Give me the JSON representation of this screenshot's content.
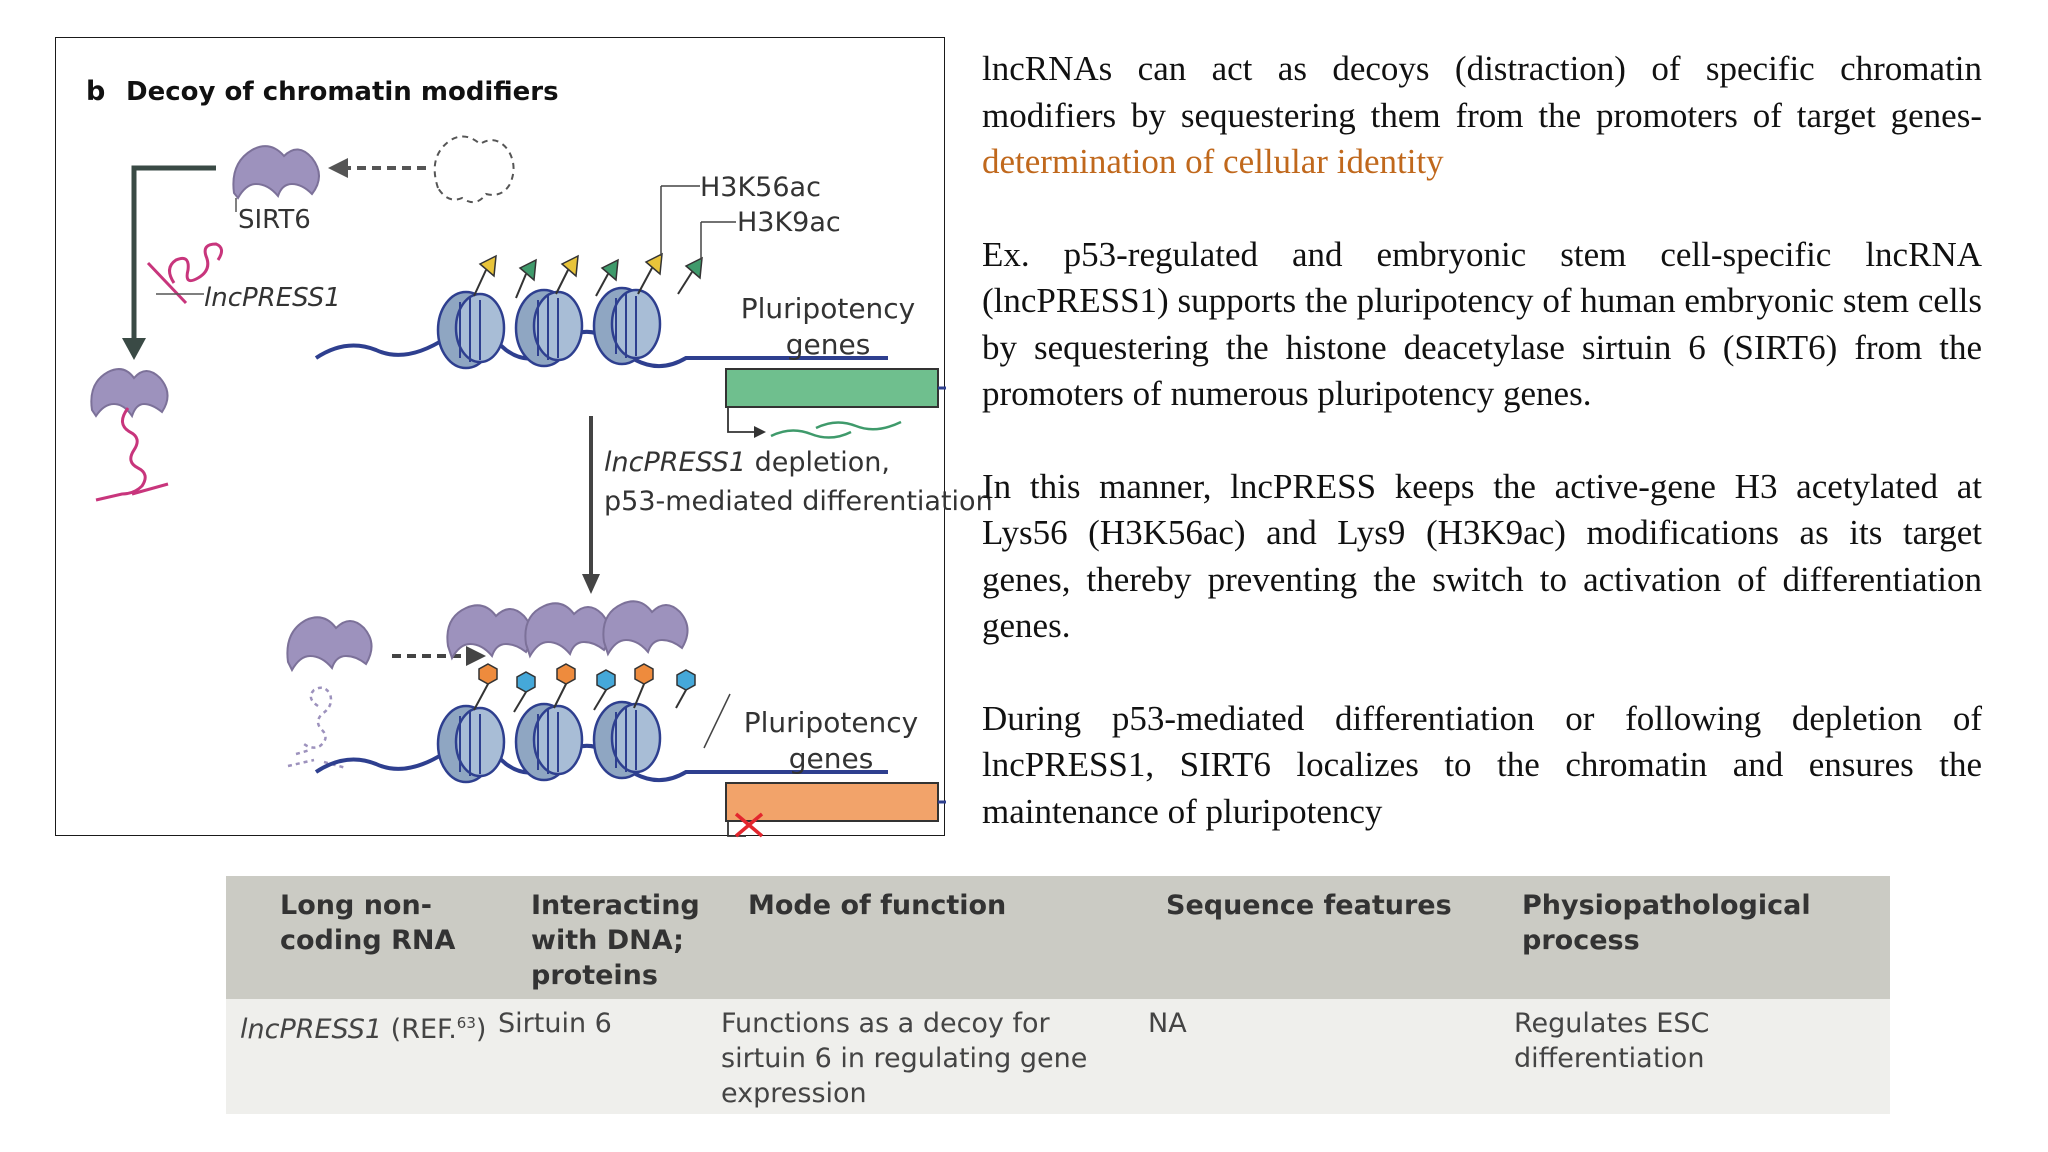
{
  "figure": {
    "panel_letter": "b",
    "panel_title": "Decoy of chromatin modifiers",
    "labels": {
      "sirt6": "SIRT6",
      "lncpress1": "lncPRESS1",
      "h3k56ac": "H3K56ac",
      "h3k9ac": "H3K9ac",
      "pluripotency_top_1": "Pluripotency",
      "pluripotency_top_2": "genes",
      "transition_1": "lncPRESS1 depletion,",
      "transition_2": "p53-mediated differentiation",
      "pluripotency_bottom_1": "Pluripotency",
      "pluripotency_bottom_2": "genes"
    },
    "colors": {
      "sirt6_protein": "#9d92bd",
      "lncrna": "#c8357c",
      "nucleosome": "#8fa6c2",
      "dna": "#2e3f8f",
      "acetyl_yellow": "#e8c43a",
      "acetyl_green": "#3f9a6b",
      "gene_active": "#6fbf8e",
      "gene_repressed": "#f2a36a",
      "mark_orange": "#ee8b3d",
      "mark_blue": "#45a8d9",
      "repression_cross": "#e3262e"
    }
  },
  "text": {
    "p1_main": "lncRNAs can act as decoys (distraction) of specific chromatin modifiers by sequestering them from the promoters of target genes- ",
    "p1_highlight": "determination of cellular identity",
    "p2": "Ex. p53-regulated and embryonic stem cell-specific lncRNA (lncPRESS1) supports the pluripotency of human embryonic stem cells by sequestering the histone deacetylase sirtuin 6 (SIRT6) from the promoters of numerous pluripotency genes.",
    "p3": "In this manner, lncPRESS keeps the active-gene H3 acetylated at Lys56 (H3K56ac) and Lys9 (H3K9ac) modifications as its target genes, thereby preventing the switch to activation of differentiation genes.",
    "p4": "During p53-mediated differentiation or following depletion of lncPRESS1, SIRT6 localizes to the chromatin and ensures the maintenance of pluripotency"
  },
  "table": {
    "headers": {
      "lncrna_1": "Long non-",
      "lncrna_2": "coding RNA",
      "interacting_1": "Interacting",
      "interacting_2": "with DNA;",
      "interacting_3": "proteins",
      "mode": "Mode of function",
      "sequence": "Sequence features",
      "physio_1": "Physiopathological",
      "physio_2": "process"
    },
    "row": {
      "name": "lncPRESS1",
      "ref_prefix": "(REF.",
      "ref_number": "63",
      "ref_suffix": ")",
      "interacting": "Sirtuin 6",
      "mode_1": "Functions as a decoy for",
      "mode_2": "sirtuin 6 in regulating gene",
      "mode_3": "expression",
      "sequence": "NA",
      "process": "Regulates ESC differentiation"
    }
  }
}
